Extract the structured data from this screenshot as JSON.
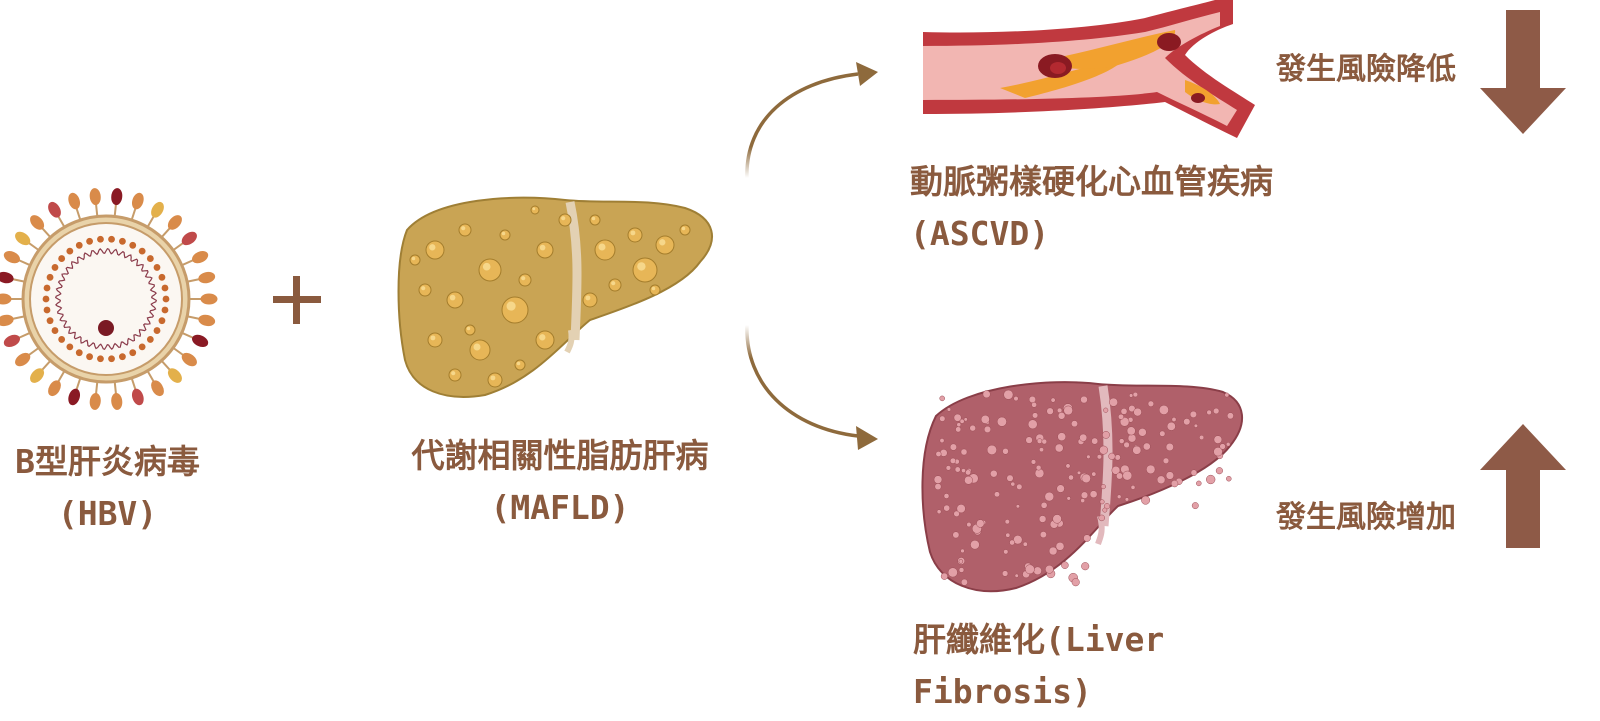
{
  "hbv": {
    "line1": "B型肝炎病毒",
    "line2": "(HBV)"
  },
  "plus": "+",
  "mafld": {
    "line1": "代謝相關性脂肪肝病",
    "line2": "(MAFLD)"
  },
  "ascvd": {
    "line1": "動脈粥樣硬化心血管疾病",
    "line2": "(ASCVD)"
  },
  "fibrosis": {
    "line1": "肝纖維化(Liver",
    "line2": "Fibrosis)"
  },
  "risk_down": {
    "label": "發生風險降低",
    "icon": "arrow-down-icon"
  },
  "risk_up": {
    "label": "發生風險增加",
    "icon": "arrow-up-icon"
  },
  "colors": {
    "text": "#8a5a3e",
    "arrow": "#8e6a3c",
    "risk_arrow": "#8e5a47",
    "fatty_liver": "#c9a454",
    "fibrotic_liver": "#b0606a",
    "artery": "#c0393f",
    "plaque": "#f2a12f"
  }
}
